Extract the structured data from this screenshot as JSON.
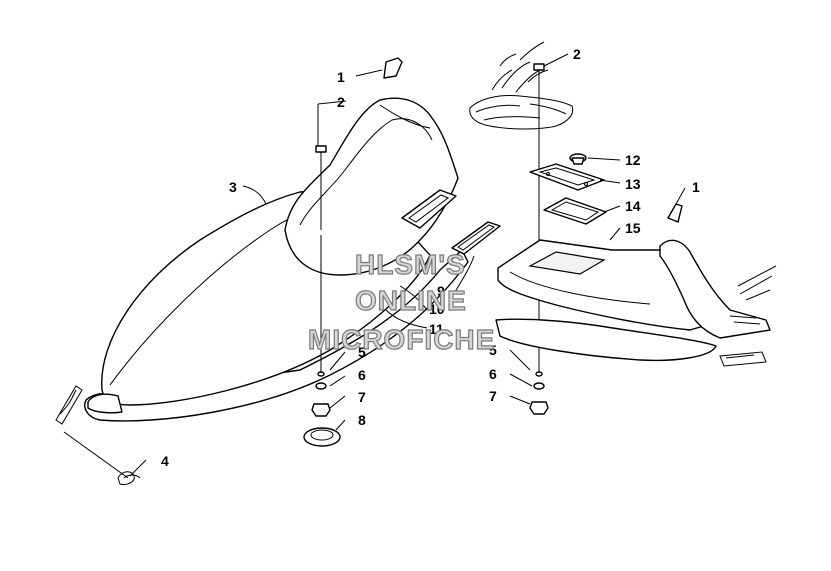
{
  "watermark": {
    "line1": "HLSM'S",
    "line2": "ONLINE",
    "line3": "MICROFICHE"
  },
  "callouts": {
    "c1a": "1",
    "c2a": "2",
    "c3": "3",
    "c4": "4",
    "c5a": "5",
    "c6a": "6",
    "c7a": "7",
    "c8": "8",
    "c9": "9",
    "c10": "10",
    "c11": "11",
    "c2b": "2",
    "c12": "12",
    "c13": "13",
    "c1b": "1",
    "c14": "14",
    "c15": "15",
    "c5b": "5",
    "c6b": "6",
    "c7b": "7"
  },
  "colors": {
    "line": "#000000",
    "paper": "#ffffff",
    "watermark_fill": "#d6d6d6",
    "watermark_stroke": "#7a7a7a"
  }
}
